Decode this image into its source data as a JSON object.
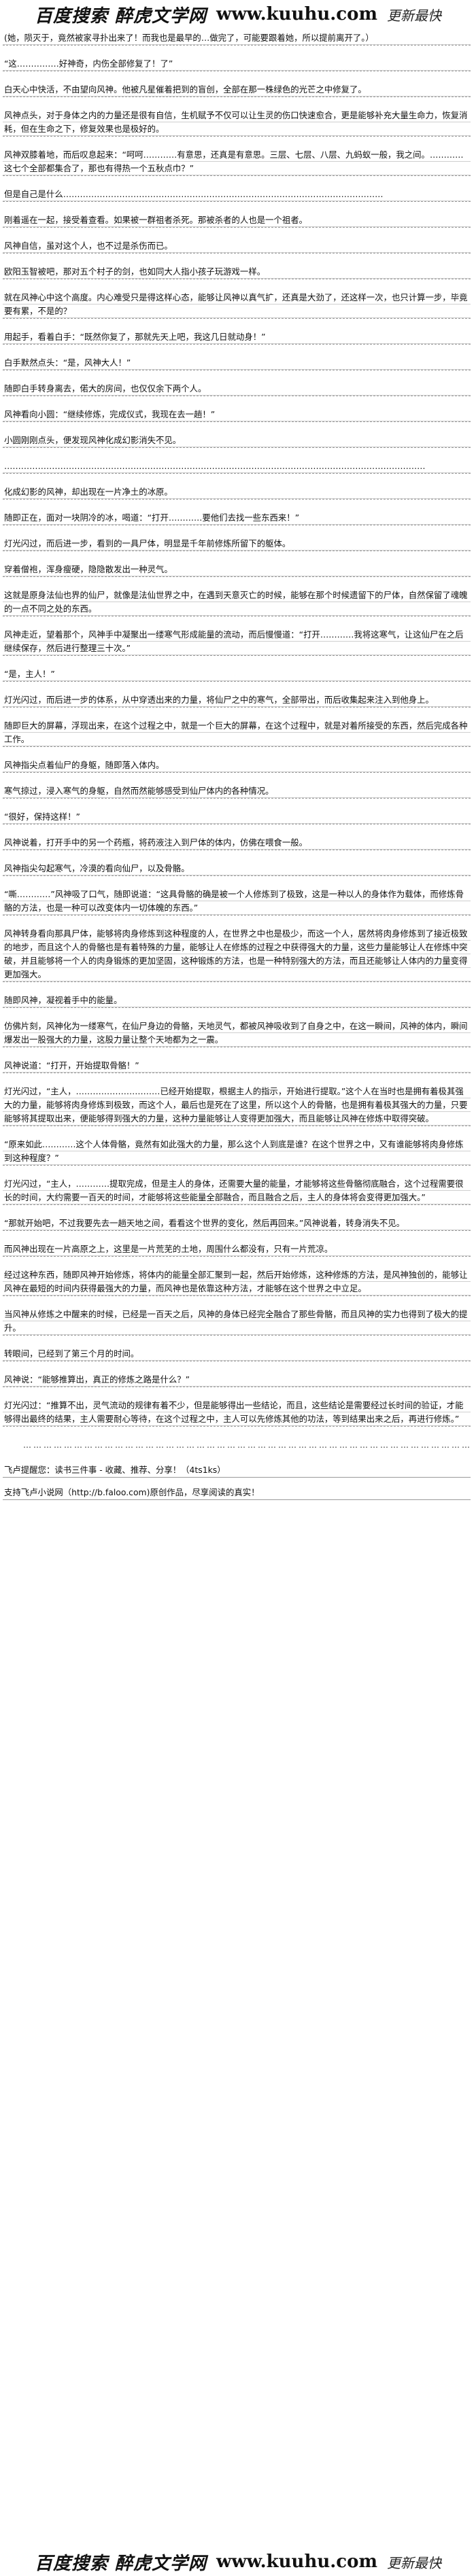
{
  "banner": {
    "left_text": "百度搜索 醉虎文学网",
    "url": "www.kuuhu.com",
    "right_text": "更新最快"
  },
  "paragraphs": [
    "(她，陨灭于，竟然被家寻扑出来了！而我也是最早的…做完了，可能要跟着她，所以提前离开了。）",
    "“这……………好神奇，内伤全部修复了！了”",
    "白天心中快活，不由望向风神。他被凡星催着把到的盲创，全部在那一株绿色的光芒之中修复了。",
    "风神点头，对于身体之内的力量还是很有自信，生机赋予不仅可以让生灵的伤口快速愈合，更是能够补充大量生命力，恢复消耗，但在生命之下，修复效果也是极好的。",
    "风神双膝着地，而后叹息起来：“呵呵…………有意思，还真是有意思。三层、七层、八层、九蚂蚁一般，我之间。…………这七个全部都集合了，那也有得热一个五秋点巾？”",
    "但是自己是什么……………………………………………………………………………………………………",
    "刚着遥在一起，接受着查看。如果被一群祖者杀死。那被杀者的人也是一个祖者。",
    "风神自信，虽对这个人，也不过是杀伤而已。",
    "欧阳玉智被吧，那对五个村子的剑，也如同大人指小孩子玩游戏一样。",
    "就在风神心中这个高度。内心难受只是得这样心态，能够让风神以真气扩，还真是大劲了，还这样一次，也只计算一步，毕竟要有累，不是的？",
    "用起手，看着白手：“既然你复了，那就先天上吧，我这几日就动身！”",
    "白手默然点头：“是，风神大人！”",
    "随即白手转身离去，偌大的房间，也仅仅余下两个人。",
    "风神看向小圆：“继续修炼，完成仪式，我现在去一趟！”",
    "小圆刚刚点头，便发现风神化成幻影消失不见。",
    "……………………………………………………………………………………………………………………………………",
    "化成幻影的风神，却出现在一片净土的冰原。",
    "随即正在，面对一块阴冷的冰，喝道：“打开…………要他们去找一些东西来！”",
    "灯光闪过，而后进一步，看到的一具尸体，明显是千年前修炼所留下的躯体。",
    "穿着僧袍，浑身瘦硬，隐隐散发出一种灵气。",
    "这就是原身法仙也界的仙尸，就像是法仙世界之中，在遇到天意灭亡的时候，能够在那个时候遗留下的尸体，自然保留了魂魄的一点不同之处的东西。",
    "风神走近，望着那个，风神手中凝聚出一缕寒气形成能量的流动，而后慢慢道：“打开…………我将这寒气，让这仙尸在之后继续保存，然后进行整理三十次。”",
    "“是，主人！”",
    "灯光闪过，而后进一步的体系，从中穿透出来的力量，将仙尸之中的寒气，全部带出，而后收集起来注入到他身上。",
    "随即巨大的屏幕，浮现出来，在这个过程之中，就是一个巨大的屏幕，在这个过程中，就是对着所接受的东西，然后完成各种工作。",
    "风神指尖点着仙尸的身躯，随即落入体内。",
    "寒气掠过，浸入寒气的身躯，自然而然能够感受到仙尸体内的各种情况。",
    "“很好，保持这样！”",
    "风神说着，打开手中的另一个药瓶，将药液注入到尸体的体内，仿佛在喂食一般。",
    "风神指尖勾起寒气，冷漠的看向仙尸，以及骨骼。",
    "“嘶…………”风神吸了口气，随即说道：“这具骨骼的确是被一个人修炼到了极致，这是一种以人的身体作为载体，而修炼骨骼的方法，也是一种可以改变体内一切体魄的东西。”",
    "风神转身看向那具尸体，能够将肉身修炼到这种程度的人，在世界之中也是极少，而这一个人，居然将肉身修炼到了接近极致的地步，而且这个人的骨骼也是有着特殊的力量，能够让人在修炼的过程之中获得强大的力量，这些力量能够让人在修炼中突破，并且能够将一个人的肉身锻炼的更加坚固，这种锻炼的方法，也是一种特别强大的方法，而且还能够让人体内的力量变得更加强大。",
    "随即风神，凝视着手中的能量。",
    "仿佛片刻，风神化为一缕寒气，在仙尸身边的骨骼，天地灵气，都被风神吸收到了自身之中，在这一瞬间，风神的体内，瞬间爆发出一股强大的力量，这股力量让整个天地都为之一震。",
    "风神说道：“打开，开始提取骨骼！”",
    "灯光闪过，“主人，…………………………已经开始提取，根据主人的指示，开始进行提取。”这个人在当时也是拥有着极其强大的力量，能够将肉身修炼到极致，而这个人，最后也是死在了这里，所以这个人的骨骼，也是拥有着极其强大的力量，只要能够将其提取出来，便能够得到强大的力量，这种力量能够让人变得更加强大，而且能够让风神在修炼中取得突破。",
    "“原来如此…………这个人体骨骼，竟然有如此强大的力量，那么这个人到底是谁？在这个世界之中，又有谁能够将肉身修炼到这种程度？”",
    "灯光闪过，“主人，…………提取完成，但是主人的身体，还需要大量的能量，才能够将这些骨骼彻底融合，这个过程需要很长的时间，大约需要一百天的时间，才能够将这些能量全部融合，而且融合之后，主人的身体将会变得更加强大。”",
    "“那就开始吧，不过我要先去一趟天地之间，看看这个世界的变化，然后再回来。”风神说着，转身消失不见。",
    "而风神出现在一片高原之上，这里是一片荒芜的土地，周围什么都没有，只有一片荒凉。",
    "经过这种东西，随即风神开始修炼，将体内的能量全部汇聚到一起，然后开始修炼，这种修炼的方法，是风神独创的，能够让风神在最短的时间内获得最强大的力量，而风神也是依靠这种方法，才能够在这个世界之中立足。",
    "当风神从修炼之中醒来的时候，已经是一百天之后，风神的身体已经完全融合了那些骨骼，而且风神的实力也得到了极大的提升。",
    "转眼间，已经到了第三个月的时间。",
    "风神说：“能够推算出，真正的修炼之路是什么？”",
    "灯光闪过：“推算不出，灵气流动的规律有着不少，但是能够得出一些结论，而且，这些结论是需要经过长时间的验证，才能够得出最终的结果，主人需要耐心等待，在这个过程之中，主人可以先修炼其他的功法，等到结果出来之后，再进行修炼。”"
  ],
  "dash_line": "……………………………………………………………………………………………………………………",
  "footer": {
    "share": "飞卢提醒您：读书三件事 - 收藏、推荐、分享！（4ts1ks）",
    "support": "支持飞卢小说网（http://b.faloo.com)原创作品，尽享阅读的真实！"
  }
}
